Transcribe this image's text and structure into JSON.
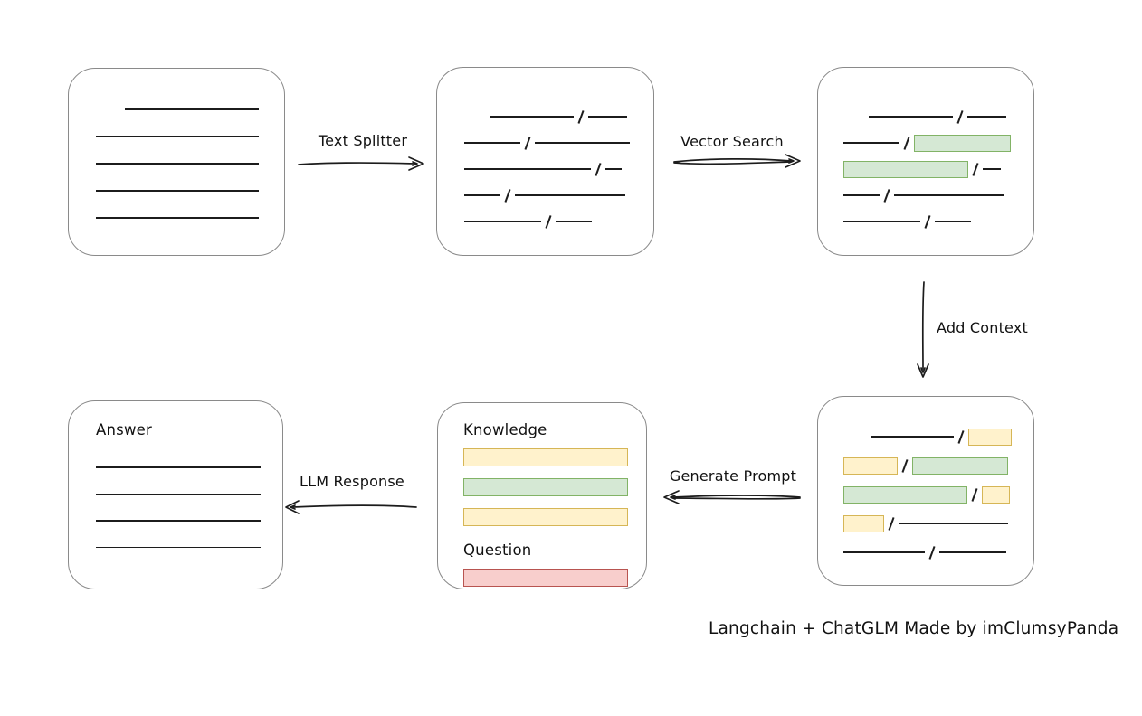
{
  "caption": "Langchain + ChatGLM Made by imClumsyPanda",
  "palette": {
    "box_border": "#8a8a8a",
    "line": "#1c1c1c",
    "yellow_fill": "#fff2cc",
    "yellow_border": "#d6b656",
    "green_fill": "#d5e8d4",
    "green_border": "#82b366",
    "red_fill": "#f8cecc",
    "red_border": "#b85450"
  },
  "arrows": {
    "text_splitter": {
      "label": "Text Splitter"
    },
    "vector_search": {
      "label": "Vector Search"
    },
    "add_context": {
      "label": "Add Context"
    },
    "generate_prompt": {
      "label": "Generate Prompt"
    },
    "llm_response": {
      "label": "LLM Response"
    }
  },
  "boxes": {
    "source_document": {
      "lines": [
        {
          "w": 148,
          "indent": 32
        },
        {
          "w": 180
        },
        {
          "w": 180
        },
        {
          "w": 180
        },
        {
          "w": 180
        }
      ]
    },
    "split_chunks": {
      "rows": [
        [
          {
            "t": "line",
            "w": 93,
            "indent": 28
          },
          {
            "t": "line",
            "w": 43
          }
        ],
        [
          {
            "t": "line",
            "w": 62
          },
          {
            "t": "line",
            "w": 105
          }
        ],
        [
          {
            "t": "line",
            "w": 140
          },
          {
            "t": "line",
            "w": 18
          }
        ],
        [
          {
            "t": "line",
            "w": 40
          },
          {
            "t": "line",
            "w": 122
          }
        ],
        [
          {
            "t": "line",
            "w": 85
          },
          {
            "t": "line",
            "w": 40
          }
        ]
      ]
    },
    "matched_chunks": {
      "rows": [
        [
          {
            "t": "line",
            "w": 93,
            "indent": 28
          },
          {
            "t": "line",
            "w": 43
          }
        ],
        [
          {
            "t": "line",
            "w": 62
          },
          {
            "t": "green",
            "w": 107
          }
        ],
        [
          {
            "t": "green",
            "w": 138
          },
          {
            "t": "line",
            "w": 20
          }
        ],
        [
          {
            "t": "line",
            "w": 40
          },
          {
            "t": "line",
            "w": 122
          }
        ],
        [
          {
            "t": "line",
            "w": 85
          },
          {
            "t": "line",
            "w": 40
          }
        ]
      ]
    },
    "context_chunks": {
      "rows": [
        [
          {
            "t": "line",
            "w": 92,
            "indent": 30
          },
          {
            "t": "yellow",
            "w": 48
          }
        ],
        [
          {
            "t": "yellow",
            "w": 60
          },
          {
            "t": "green",
            "w": 106
          }
        ],
        [
          {
            "t": "green",
            "w": 137
          },
          {
            "t": "yellow",
            "w": 31
          }
        ],
        [
          {
            "t": "yellow",
            "w": 45
          },
          {
            "t": "line",
            "w": 121
          }
        ],
        [
          {
            "t": "line",
            "w": 90
          },
          {
            "t": "line",
            "w": 74
          }
        ]
      ]
    },
    "prompt": {
      "knowledge_label": "Knowledge",
      "question_label": "Question",
      "knowledge_bars": [
        {
          "c": "yellow",
          "w": 182
        },
        {
          "c": "green",
          "w": 182
        },
        {
          "c": "yellow",
          "w": 182
        }
      ],
      "question_bars": [
        {
          "c": "red",
          "w": 182
        }
      ]
    },
    "answer": {
      "label": "Answer",
      "lines": [
        {
          "w": 182
        },
        {
          "w": 182
        },
        {
          "w": 182
        },
        {
          "w": 182
        }
      ]
    }
  }
}
